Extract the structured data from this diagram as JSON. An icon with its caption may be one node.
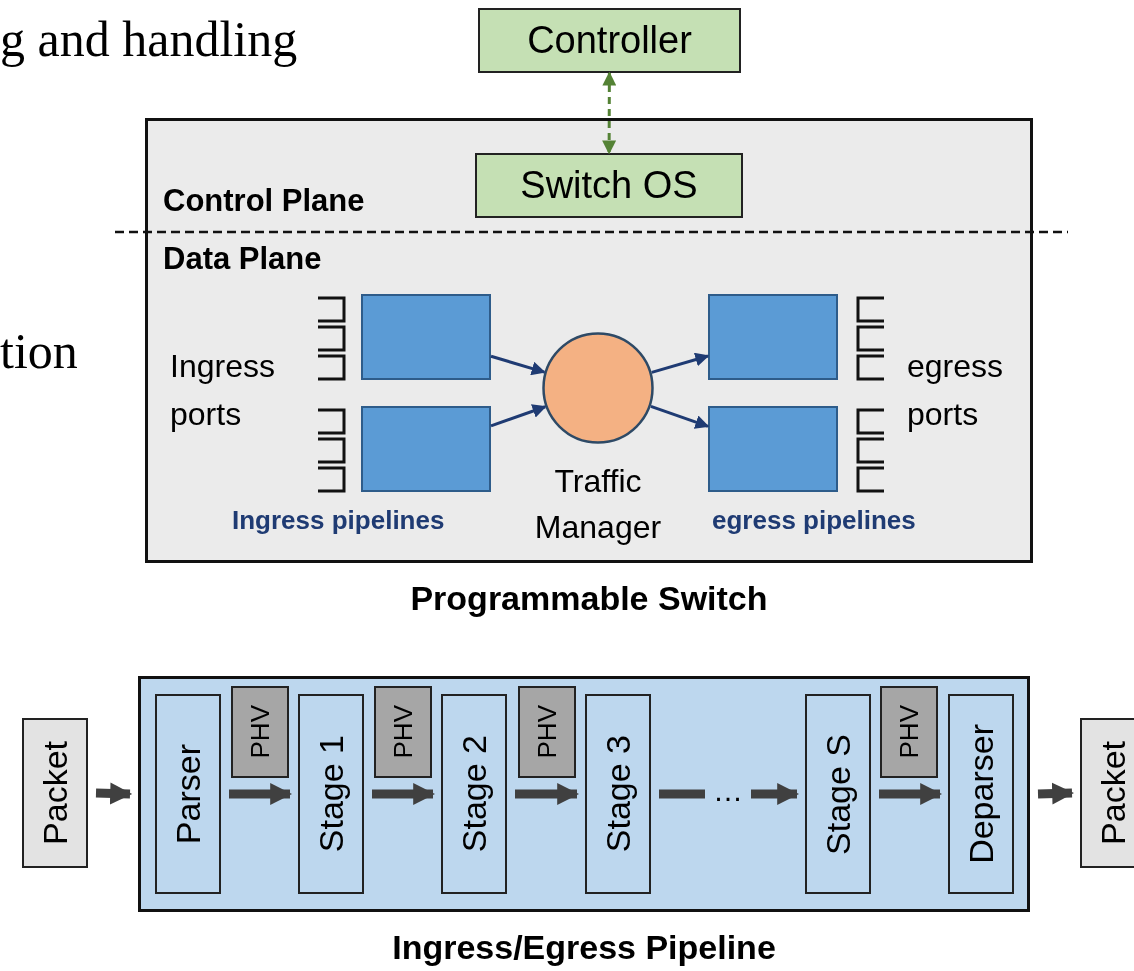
{
  "diagram": {
    "nodes": [
      {
        "text": [
          "Controller"
        ]
      },
      {
        "text": [
          "Programmable Switch"
        ]
      },
      {
        "text": [
          "Switch OS"
        ],
        "in": 1
      },
      {
        "text": [],
        "shape": "box",
        "in": 1
      },
      {
        "text": [],
        "shape": "box",
        "in": 1
      },
      {
        "text": [],
        "shape": "circle",
        "in": 1,
        "beside": [
          "Traffic Manager"
        ]
      },
      {
        "text": [],
        "shape": "box",
        "in": 1
      },
      {
        "text": [],
        "shape": "box",
        "in": 1
      },
      {
        "text": [
          "Packet"
        ]
      },
      {
        "text": [
          "Ingress/Egress Pipeline"
        ]
      },
      {
        "text": [
          "Parser"
        ],
        "in": 9
      },
      {
        "text": [
          "PHV"
        ],
        "in": 9
      },
      {
        "text": [
          "Stage 1"
        ],
        "in": 9
      },
      {
        "text": [
          "PHV"
        ],
        "in": 9
      },
      {
        "text": [
          "Stage 2"
        ],
        "in": 9
      },
      {
        "text": [
          "PHV"
        ],
        "in": 9
      },
      {
        "text": [
          "Stage 3"
        ],
        "in": 9
      },
      {
        "text": [
          "Stage S"
        ],
        "in": 9
      },
      {
        "text": [
          "PHV"
        ],
        "in": 9
      },
      {
        "text": [
          "Deparser"
        ],
        "in": 9
      },
      {
        "text": [
          "Packet"
        ]
      }
    ],
    "edges": [
      {
        "from": 0,
        "to": 2,
        "arrow": "both",
        "style": "dashed",
        "color": "#548235"
      },
      {
        "from": 3,
        "to": 5,
        "arrow": "to",
        "color": "#1f3b73"
      },
      {
        "from": 4,
        "to": 5,
        "arrow": "to",
        "color": "#1f3b73"
      },
      {
        "from": 5,
        "to": 6,
        "arrow": "to",
        "color": "#1f3b73"
      },
      {
        "from": 5,
        "to": 7,
        "arrow": "to",
        "color": "#1f3b73"
      },
      {
        "from": 8,
        "to": 9,
        "arrow": "to"
      },
      {
        "from": 10,
        "to": 12,
        "arrow": "to"
      },
      {
        "from": 12,
        "to": 14,
        "arrow": "to"
      },
      {
        "from": 14,
        "to": 16,
        "arrow": "to"
      },
      {
        "from": 16,
        "to": 17,
        "arrow": "to",
        "label": "…"
      },
      {
        "from": 17,
        "to": 19,
        "arrow": "to"
      },
      {
        "from": 9,
        "to": 20,
        "arrow": "to"
      }
    ],
    "labels": [
      "g and handling",
      "Control Plane",
      "Data Plane",
      "tion",
      "Ingress ports",
      "egress ports",
      "Ingress pipelines",
      "egress pipelines"
    ]
  }
}
